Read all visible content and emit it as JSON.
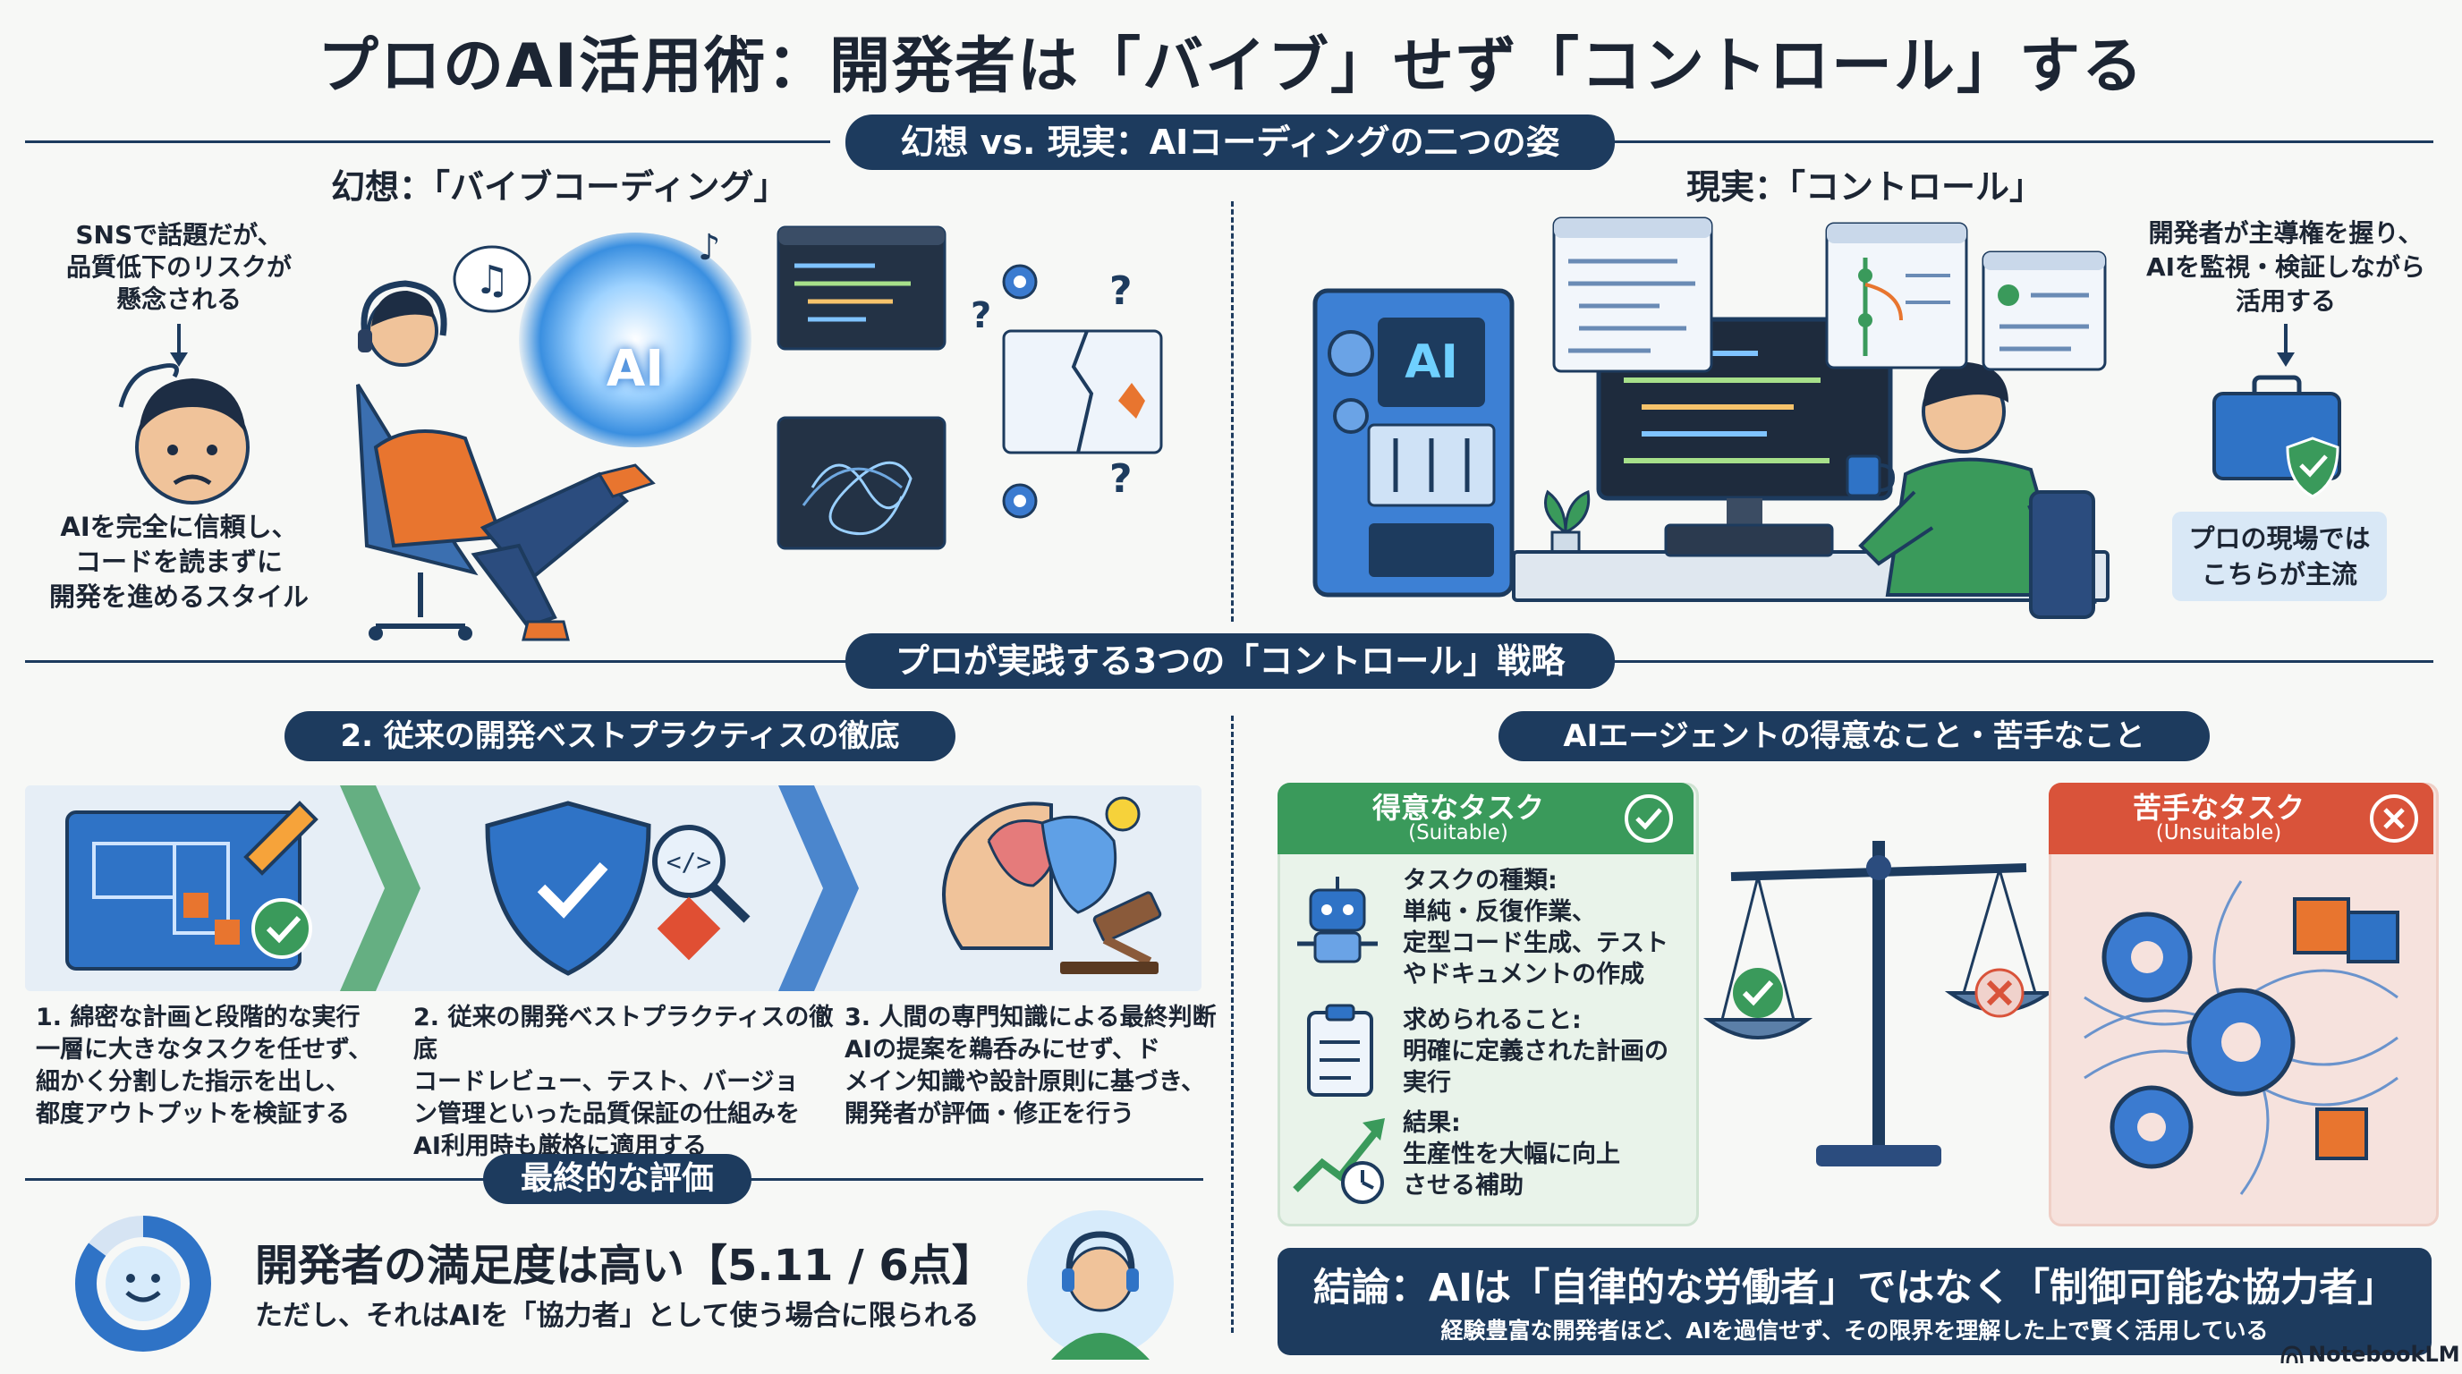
{
  "title": "プロのAI活用術：開発者は「バイブ」せず「コントロール」する",
  "section1": {
    "header": "幻想 vs. 現実：AIコーディングの二つの姿",
    "left_title": "幻想：「バイブコーディング」",
    "left_note": [
      "SNSで話題だが、",
      "品質低下のリスクが",
      "懸念される"
    ],
    "left_desc": [
      "AIを完全に信頼し、",
      "コードを読まずに",
      "開発を進めるスタイル"
    ],
    "ai_label": "AI",
    "right_title": "現実：「コントロール」",
    "right_note": [
      "開発者が主導権を握り、",
      "AIを監視・検証しながら",
      "活用する"
    ],
    "right_badge": [
      "プロの現場では",
      "こちらが主流"
    ],
    "server_label": "AI"
  },
  "section2": {
    "header": "プロが実践する3つの「コントロール」戦略",
    "left_sub": "2. 従来の開発ベストプラクティスの徹底",
    "steps": [
      {
        "title": "1. 綿密な計画と段階的な実行",
        "lines": [
          "一層に大きなタスクを任せず、",
          "細かく分割した指示を出し、",
          "都度アウトプットを検証する"
        ]
      },
      {
        "title": "2. 従来の開発ベストプラクティスの徹底",
        "lines": [
          "コードレビュー、テスト、バージョ",
          "ン管理といった品質保証の仕組みを",
          "AI利用時も厳格に適用する"
        ]
      },
      {
        "title": "3. 人間の専門知識による最終判断",
        "lines": [
          "AIの提案を鵜呑みにせず、ド",
          "メイン知識や設計原則に基づき、",
          "開発者が評価・修正を行う"
        ]
      }
    ],
    "eval_header": "最終的な評価",
    "eval_main": "開発者の満足度は高い【5.11 / 6点】",
    "eval_sub": "ただし、それはAIを「協力者」として使う場合に限られる",
    "satisfaction_score": 5.11,
    "satisfaction_max": 6
  },
  "section3": {
    "header": "AIエージェントの得意なこと・苦手なこと",
    "good_title": "得意なタスク",
    "good_sub": "(Suitable)",
    "good_items": [
      {
        "lines": [
          "タスクの種類:",
          "単純・反復作業、",
          "定型コード生成、テスト",
          "やドキュメントの作成"
        ]
      },
      {
        "lines": [
          "求められること:",
          "明確に定義された計画の",
          "実行"
        ]
      },
      {
        "lines": [
          "結果:",
          "生産性を大幅に向上",
          "させる補助"
        ]
      }
    ],
    "bad_title": "苦手なタスク",
    "bad_sub": "(Unsuitable)",
    "conclusion_main": "結論：AIは「自律的な労働者」ではなく「制御可能な協力者」",
    "conclusion_sub": "経験豊富な開発者ほど、AIを過信せず、その限界を理解した上で賢く活用している"
  },
  "brand": "NotebookLM",
  "colors": {
    "navy": "#1d3b5e",
    "green": "#3a9a5b",
    "red": "#d9533a",
    "blue": "#2f73c6"
  }
}
